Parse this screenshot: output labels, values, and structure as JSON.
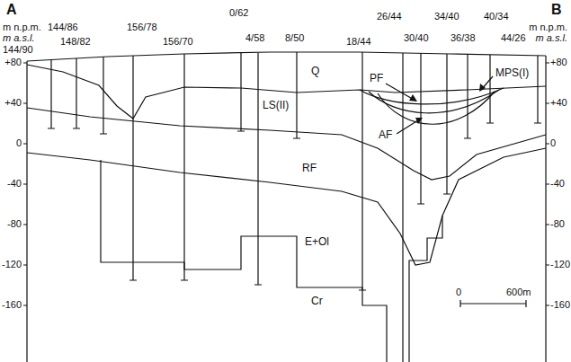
{
  "diagram": {
    "labels": [
      "A",
      "B",
      "m n.p.m.",
      "m a.s.l.",
      "m n.p.m.",
      "m a.s.l.",
      "144/86",
      "156/78",
      "0/62",
      "4/58",
      "8/50",
      "18/44",
      "26/44",
      "30/40",
      "34/40",
      "36/38",
      "40/34",
      "44/26",
      "144/90",
      "148/82",
      "156/70",
      "Q",
      "LS(II)",
      "RF",
      "E+Ol",
      "Cr",
      "PF",
      "AF",
      "MPS(I)",
      "+80",
      "+40",
      "0",
      "-40",
      "-80",
      "-120",
      "-160",
      "+80",
      "+40",
      "0",
      "-40",
      "-80",
      "-120",
      "-160",
      "0",
      "600m"
    ]
  }
}
